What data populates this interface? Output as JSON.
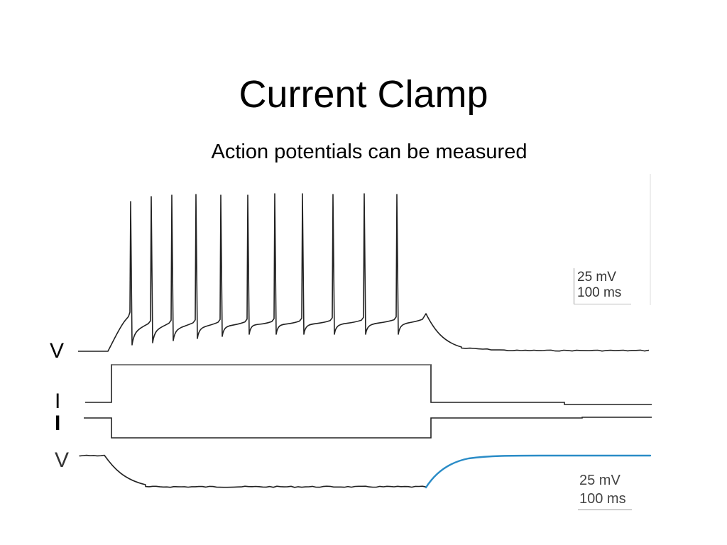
{
  "slide": {
    "title": "Current Clamp",
    "subtitle": "Action potentials can be measured"
  },
  "top_panel": {
    "voltage_label": "V",
    "current_label": "I",
    "scale_voltage": "25 mV",
    "scale_time": "100 ms",
    "spike_count": 11
  },
  "bottom_panel": {
    "current_label": "I",
    "voltage_label": "V",
    "scale_voltage": "25 mV",
    "scale_time": "100 ms"
  },
  "colors": {
    "trace": "#222222",
    "recovery_trace": "#2a8cc7",
    "background": "#ffffff"
  }
}
